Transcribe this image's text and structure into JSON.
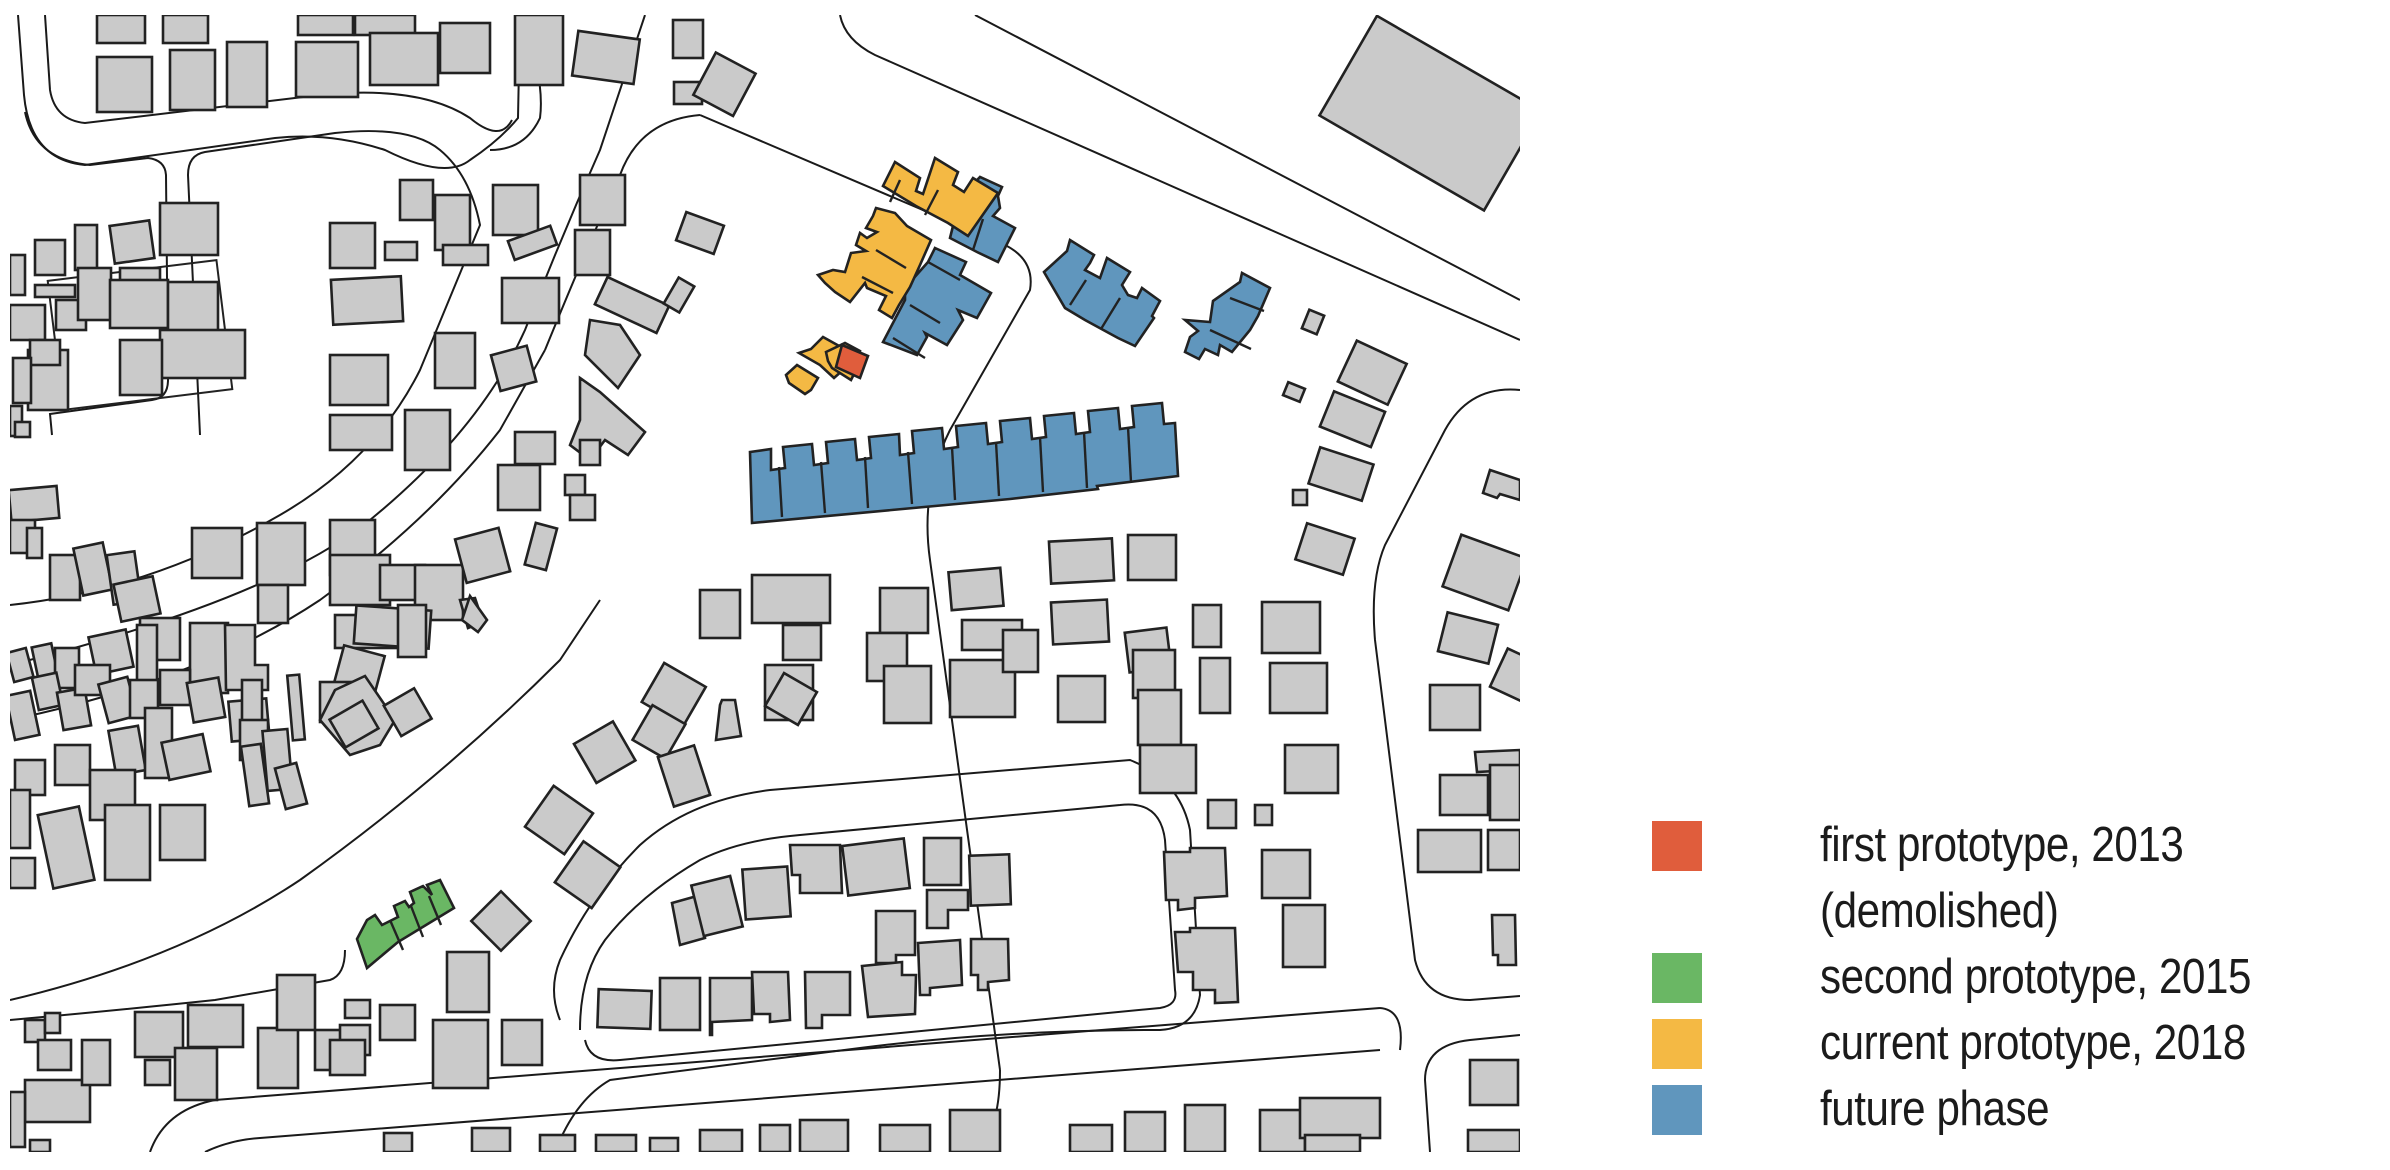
{
  "map": {
    "colors": {
      "building": "#cacaca",
      "outline": "#222222",
      "road_line": "#1a1a1a",
      "background": "#ffffff"
    }
  },
  "legend": {
    "items": [
      {
        "label": "first prototype, 2013",
        "sublabel": "(demolished)",
        "color": "#e05d3c",
        "key": "first-prototype"
      },
      {
        "label": "second prototype, 2015",
        "color": "#6ab764",
        "key": "second-prototype"
      },
      {
        "label": "current prototype, 2018",
        "color": "#f4b944",
        "key": "current-prototype"
      },
      {
        "label": "future phase",
        "color": "#6096bd",
        "key": "future-phase"
      }
    ]
  }
}
